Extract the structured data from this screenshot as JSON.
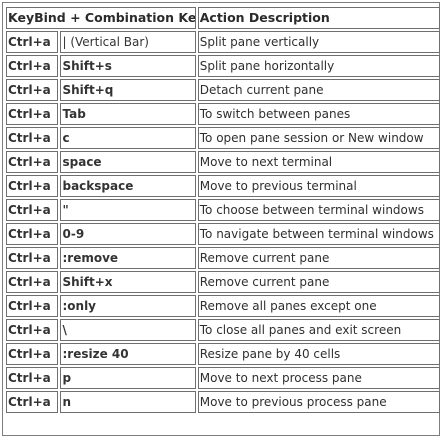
{
  "table": {
    "headers": [
      "KeyBind + Combination Key",
      "Action Description"
    ],
    "rows": [
      {
        "key": "Ctrl+a",
        "combo": "| (Vertical Bar)",
        "combo_bold": false,
        "desc": "Split pane vertically"
      },
      {
        "key": "Ctrl+a",
        "combo": "Shift+s",
        "combo_bold": true,
        "desc": "Split pane horizontally"
      },
      {
        "key": "Ctrl+a",
        "combo": "Shift+q",
        "combo_bold": true,
        "desc": "Detach current pane"
      },
      {
        "key": "Ctrl+a",
        "combo": "Tab",
        "combo_bold": true,
        "desc": "To switch between panes"
      },
      {
        "key": "Ctrl+a",
        "combo": "c",
        "combo_bold": true,
        "desc": "To open pane session or New window"
      },
      {
        "key": "Ctrl+a",
        "combo": "space",
        "combo_bold": true,
        "desc": "Move to next terminal"
      },
      {
        "key": "Ctrl+a",
        "combo": "backspace",
        "combo_bold": true,
        "desc": "Move to previous terminal"
      },
      {
        "key": "Ctrl+a",
        "combo": "\"",
        "combo_bold": true,
        "desc": "To choose between terminal windows"
      },
      {
        "key": "Ctrl+a",
        "combo": "0-9",
        "combo_bold": true,
        "desc": "To navigate between terminal windows"
      },
      {
        "key": "Ctrl+a",
        "combo": ":remove",
        "combo_bold": true,
        "desc": "Remove current pane"
      },
      {
        "key": "Ctrl+a",
        "combo": "Shift+x",
        "combo_bold": true,
        "desc": "Remove current pane"
      },
      {
        "key": "Ctrl+a",
        "combo": ":only",
        "combo_bold": true,
        "desc": "Remove all panes except one"
      },
      {
        "key": "Ctrl+a",
        "combo": "\\",
        "combo_bold": true,
        "desc": "To close all panes and exit screen"
      },
      {
        "key": "Ctrl+a",
        "combo": ":resize 40",
        "combo_bold": true,
        "desc": "Resize pane by 40 cells"
      },
      {
        "key": "Ctrl+a",
        "combo": "p",
        "combo_bold": true,
        "desc": "Move to next process pane"
      },
      {
        "key": "Ctrl+a",
        "combo": "n",
        "combo_bold": true,
        "desc": "Move to previous process pane"
      }
    ]
  }
}
